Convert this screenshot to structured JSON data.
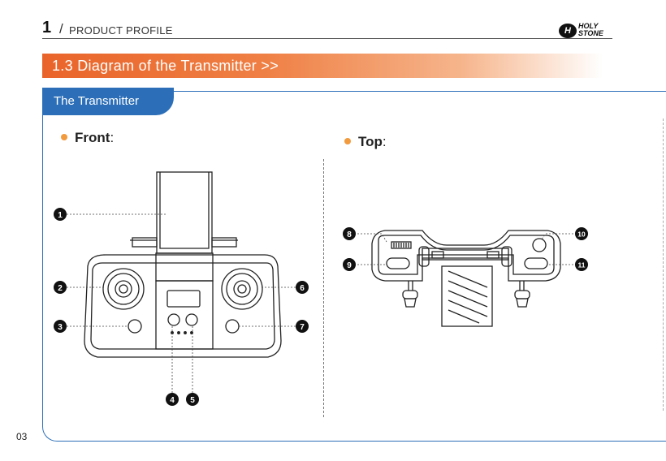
{
  "header": {
    "chapter_number": "1",
    "separator": "/",
    "chapter_title": "PRODUCT PROFILE",
    "logo_badge": "H",
    "logo_line1": "HOLY",
    "logo_line2": "STONE"
  },
  "section": {
    "title": "1.3  Diagram of the Transmitter  >>"
  },
  "panel": {
    "tab_label": "The Transmitter",
    "front_label": "Front",
    "top_label": "Top",
    "colon": ":"
  },
  "callouts": [
    "1",
    "2",
    "3",
    "4",
    "5",
    "6",
    "7",
    "8",
    "9",
    "10",
    "11"
  ],
  "page_number": "03",
  "colors": {
    "accent_orange": "#e9642a",
    "frame_blue": "#2c6fb8",
    "bullet": "#f19a3e"
  }
}
